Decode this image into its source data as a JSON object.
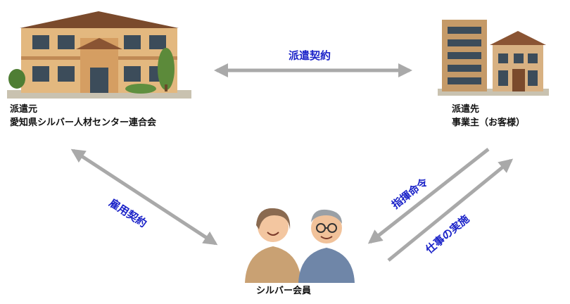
{
  "dispatcher": {
    "role": "派遣元",
    "name": "愛知県シルバー人材センター連合会"
  },
  "client": {
    "role": "派遣先",
    "name": "事業主（お客様）"
  },
  "member": {
    "name": "シルバー会員"
  },
  "relations": {
    "dispatch_contract": "派遣契約",
    "employment_contract": "雇用契約",
    "instruction": "指揮命令",
    "work": "仕事の実施"
  },
  "colors": {
    "arrow": "#a9a9a9",
    "relation_text": "#1a22c8"
  }
}
